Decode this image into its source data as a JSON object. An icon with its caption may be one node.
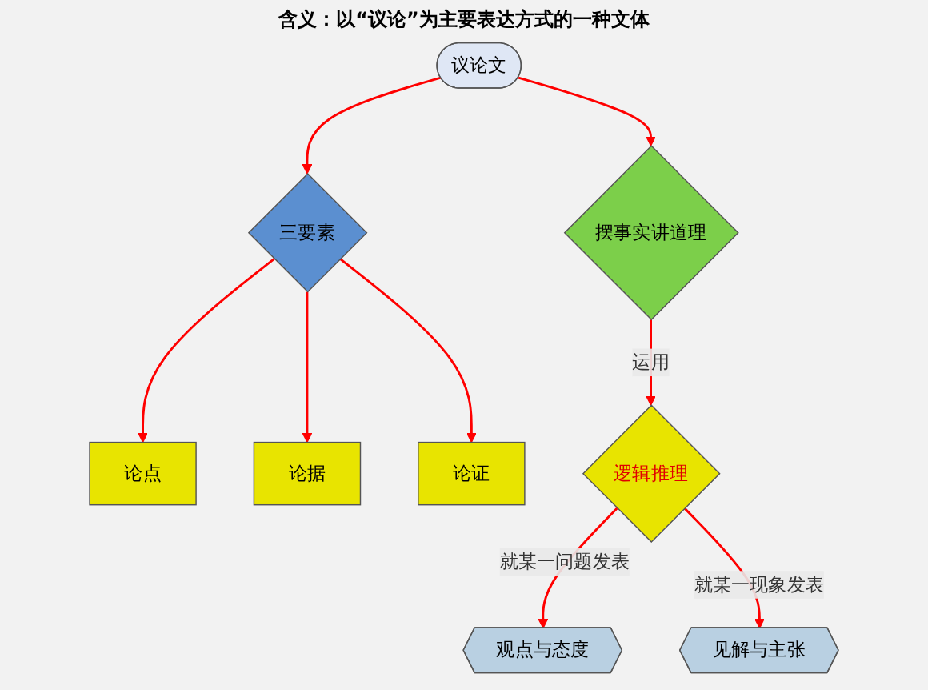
{
  "diagram": {
    "nodes": [
      {
        "text": [
          "议论文"
        ],
        "beside": [
          "含义：以“议论”为主要表达方式的一种文体"
        ]
      },
      {
        "text": [
          "三要素"
        ]
      },
      {
        "text": [
          "论点"
        ]
      },
      {
        "text": [
          "论据"
        ]
      },
      {
        "text": [
          "论证"
        ]
      },
      {
        "text": [
          "摆事实讲道理"
        ]
      },
      {
        "text": [
          "逻辑推理"
        ]
      },
      {
        "text": [
          "观点与态度"
        ]
      },
      {
        "text": [
          "见解与主张"
        ]
      }
    ],
    "edges": [
      {
        "from": 0,
        "to": 5,
        "arrow": "to"
      },
      {
        "from": 0,
        "to": 1,
        "arrow": "to"
      },
      {
        "from": 1,
        "to": 2,
        "arrow": "to"
      },
      {
        "from": 1,
        "to": 3,
        "arrow": "to"
      },
      {
        "from": 1,
        "to": 4,
        "arrow": "to"
      },
      {
        "from": 5,
        "to": 6,
        "arrow": "to",
        "label": "运用"
      },
      {
        "from": 6,
        "to": 7,
        "arrow": "to",
        "label": "就某一问题发表"
      },
      {
        "from": 6,
        "to": 8,
        "arrow": "to",
        "label": "就某一现象发表"
      }
    ]
  }
}
